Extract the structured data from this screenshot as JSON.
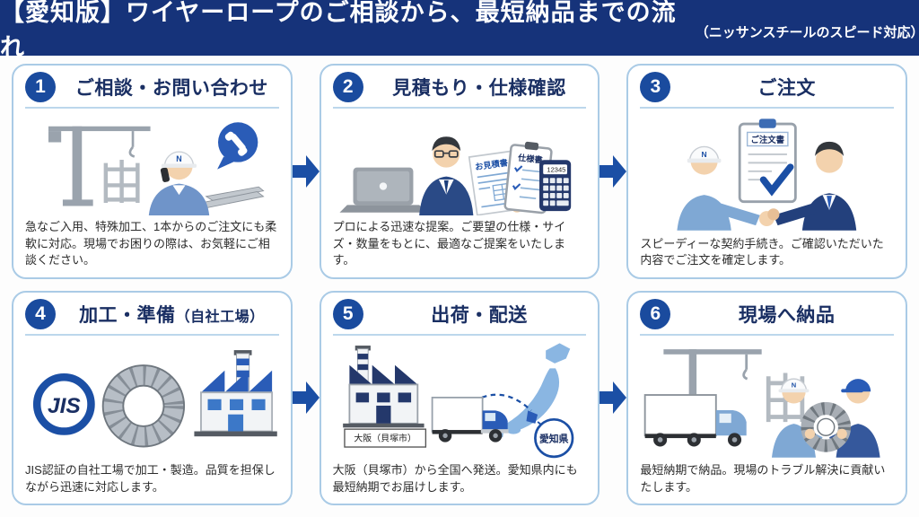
{
  "header": {
    "title": "【愛知版】ワイヤーロープのご相談から、最短納品までの流れ",
    "subtitle": "（ニッサンスチールのスピード対応）"
  },
  "steps": [
    {
      "number": "1",
      "title": "ご相談・お問い合わせ",
      "description": "急なご入用、特殊加工、1本からのご注文にも柔軟に対応。現場でお困りの際は、お気軽にご相談ください。",
      "illustration": {
        "helmet_logo": "N"
      }
    },
    {
      "number": "2",
      "title": "見積もり・仕様確認",
      "description": "プロによる迅速な提案。ご要望の仕様・サイズ・数量をもとに、最適なご提案をいたします。",
      "illustration": {
        "estimate_doc_label": "お見積書",
        "spec_doc_label": "仕様書",
        "calculator_display": "12345"
      }
    },
    {
      "number": "3",
      "title": "ご注文",
      "description": "スピーディーな契約手続き。ご確認いただいた内容でご注文を確定します。",
      "illustration": {
        "order_doc_label": "ご注文書",
        "helmet_logo": "N"
      }
    },
    {
      "number": "4",
      "title": "加工・準備",
      "title_suffix": "（自社工場）",
      "description": "JIS認証の自社工場で加工・製造。品質を担保しながら迅速に対応します。",
      "illustration": {
        "jis_logo": "JIS"
      }
    },
    {
      "number": "5",
      "title": "出荷・配送",
      "description": "大阪（貝塚市）から全国へ発送。愛知県内にも最短納期でお届けします。",
      "illustration": {
        "origin_label": "大阪（貝塚市）",
        "destination_label": "愛知県"
      }
    },
    {
      "number": "6",
      "title": "現場へ納品",
      "description": "最短納期で納品。現場のトラブル解決に貢献いたします。",
      "illustration": {
        "helmet_logo": "N"
      }
    }
  ],
  "icons": {
    "flow_arrow_glyph": "➡",
    "phone_glyph": "✆",
    "check_glyph": "✓"
  },
  "colors": {
    "header_bg": "#16337a",
    "accent_blue": "#1b4fa5",
    "badge_blue": "#1a4b9e",
    "title_navy": "#1a2f63",
    "card_border": "#aacbe6",
    "map_blue": "#8ab6e2",
    "highlight_blue": "#2a5cb7"
  }
}
